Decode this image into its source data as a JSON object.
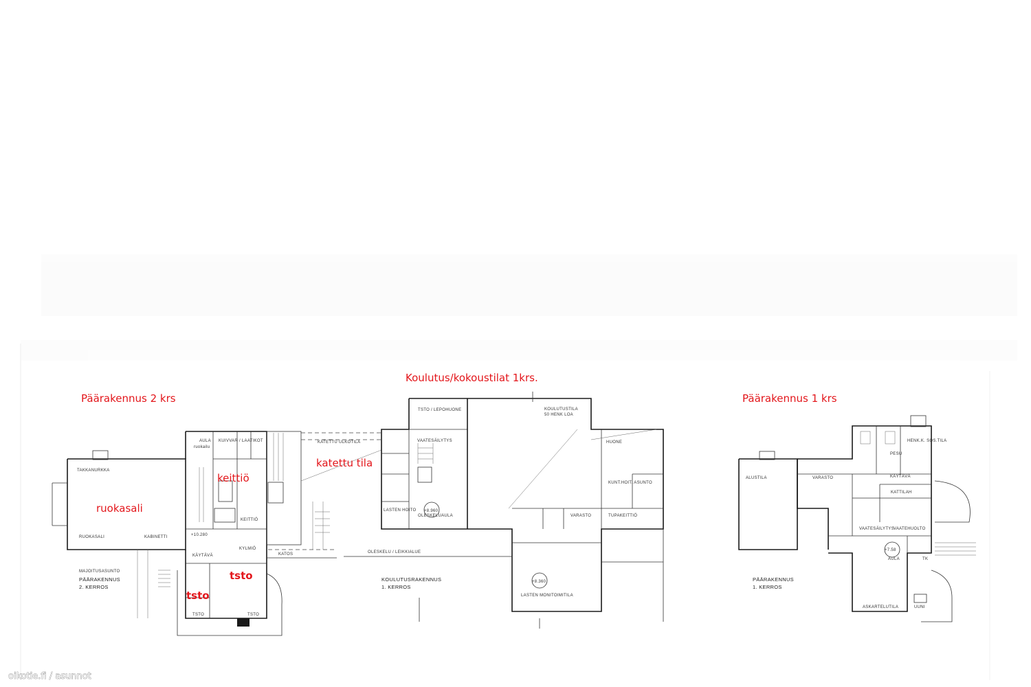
{
  "labels": {
    "title_center": "Koulutus/kokoustilat 1krs.",
    "title_left": "Päärakennus 2 krs",
    "title_right": "Päärakennus 1 krs",
    "ruokasali": "ruokasali",
    "keittio": "keittiö",
    "katettu_tila": "katettu tila",
    "tsto_1": "tsto",
    "tsto_2": "tsto"
  },
  "plan_text": {
    "left_block": {
      "takkanurkka": "TAKKANURKKA",
      "ruokasali_small": "RUOKASALI",
      "kabinetti": "KABINETTI",
      "aula": "AULA",
      "ruokailu": "ruokailu",
      "kuivvar": "KUIVVAR / LAATIKOT",
      "keittio_small": "KEITTIÖ",
      "kartava": "KÄYTÄVÄ",
      "kylmio": "KYLMIÖ",
      "majoitusasunto": "MAJOITUSASUNTO",
      "paarakennus": "PÄÄRAKENNUS",
      "kerros": "2. KERROS",
      "tsto_a": "TSTO",
      "tsto_b": "TSTO",
      "level": "+10.280"
    },
    "center_block": {
      "tsto_lepohuone": "TSTO / LEPOHUONE",
      "vaatesailytys": "VAATESÄILYTYS",
      "koulutustila": "KOULUTUSTILA",
      "henk": "50 HENK LOA",
      "huone": "HUONE",
      "kunt_asunto": "KUNT.HOIT. ASUNTO",
      "tupakeittio": "TUPAKEITTIÖ",
      "varasto": "VARASTO",
      "oleskeluaula": "OLESKELUAULA",
      "lasten_hoito": "LASTEN HOITO",
      "katettu_ulkotila": "KATETTU ULKOTILA",
      "oleskelu_leikki": "OLESKELU / LEIKKIALUE",
      "koulutusrakennus": "KOULUTUSRAKENNUS",
      "kerros": "1. KERROS",
      "lasten_monitoimitila": "LASTEN MONITOIMITILA",
      "katos": "KATOS",
      "level_a": "+8.960",
      "level_b": "+8.360"
    },
    "right_block": {
      "alustila": "ALUSTILA",
      "varasto": "VARASTO",
      "henk_sos": "HENK.K. SOS.TILA",
      "pesu": "PESU",
      "kaytava": "KÄYTÄVÄ",
      "kattilah": "KATTILAH",
      "vaatesailytys": "VAATESÄILYTYS",
      "vaatehuolto": "VAATEHUOLTO",
      "aula": "AULA",
      "askartelutila": "ASKARTELUTILA",
      "uuni": "UUNI",
      "paarakennus": "PÄÄRAKENNUS",
      "kerros": "1. KERROS",
      "tk": "TK",
      "level": "+7.58"
    }
  },
  "footer": "oikotie.fi / asunnot",
  "colors": {
    "label_red": "#e3161b",
    "line": "#1a1a1a",
    "footer_text": "#ffffff"
  }
}
